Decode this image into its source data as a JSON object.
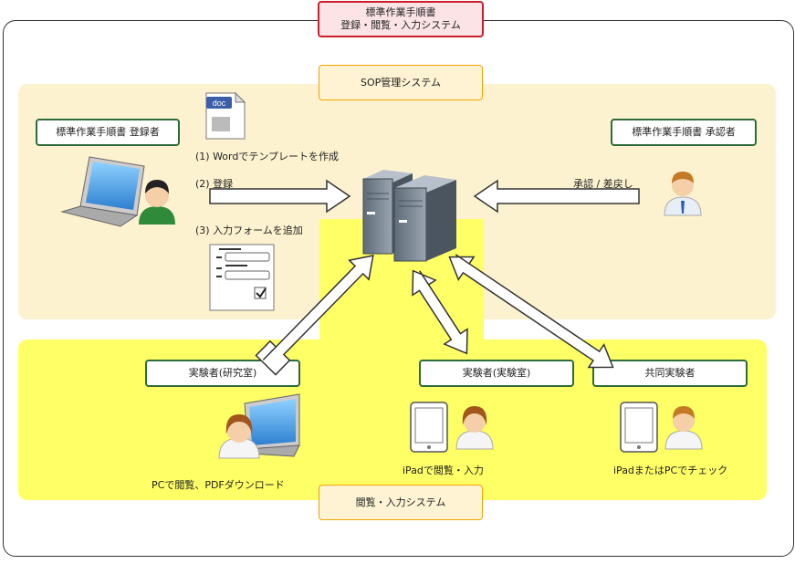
{
  "title": {
    "line1": "標準作業手順書",
    "line2": "登録・閲覧・入力システム"
  },
  "sop_system_label": "SOP管理システム",
  "view_system_label": "閲覧・入力システム",
  "roles": {
    "registrant": "標準作業手順書 登録者",
    "approver": "標準作業手順書 承認者",
    "lab_researcher": "実験者(研究室)",
    "lab_experimenter": "実験者(実験室)",
    "collaborator": "共同実験者"
  },
  "steps": {
    "step1": "(1) Wordでテンプレートを作成",
    "step2": "(2) 登録",
    "step3": "(3) 入力フォームを追加",
    "approve": "承認 / 差戻し"
  },
  "doc_icon_text": "doc",
  "captions": {
    "pc": "PCで閲覧、PDFダウンロード",
    "ipad": "iPadで閲覧・入力",
    "ipad_pc": "iPadまたはPCでチェック"
  },
  "colors": {
    "top_panel": "#fdf2cf",
    "bottom_panel": "#ffff66",
    "green_border": "#2e6b3c",
    "orange_border": "#f2a300",
    "title_border": "#cc1f2e"
  }
}
